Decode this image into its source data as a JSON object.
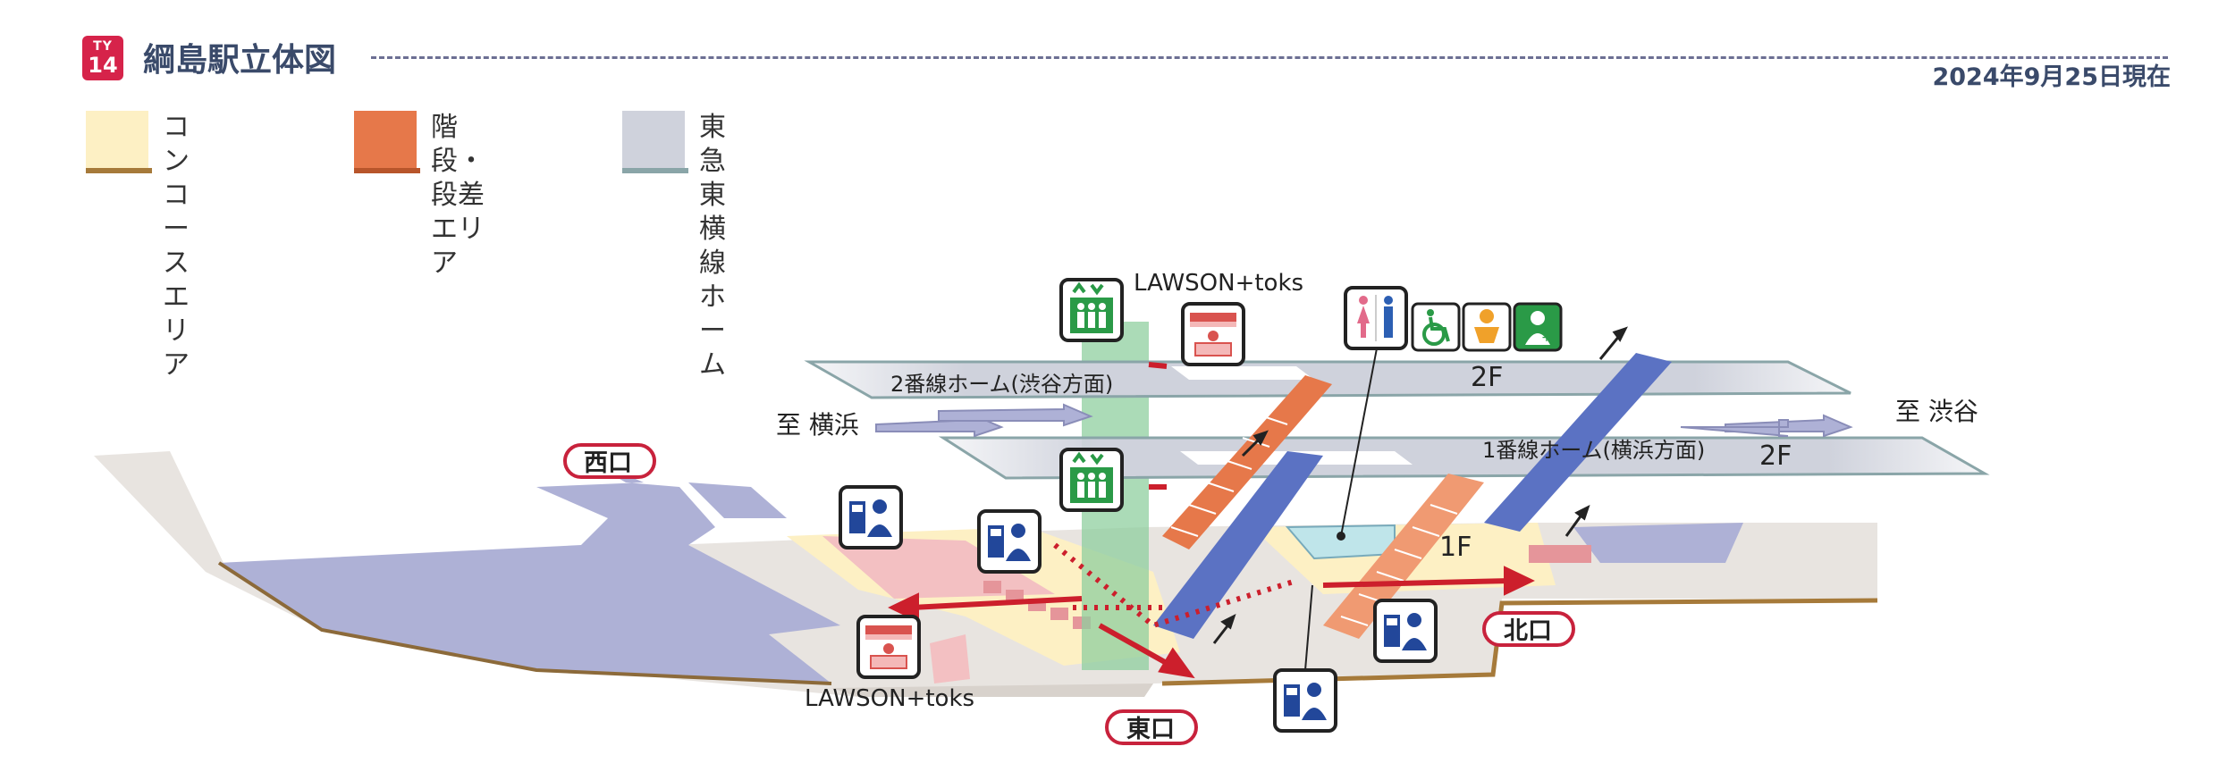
{
  "header": {
    "line_code": "TY",
    "station_number": "14",
    "title": "綱島駅立体図",
    "as_of": "2024年9月25日現在"
  },
  "legend": [
    {
      "label": "コンコース\nエリア",
      "color": "#fdf0c4",
      "edge": "#a67a3a"
    },
    {
      "label": "階段・段差\nエリア",
      "color": "#e6784a",
      "edge": "#b8552b"
    },
    {
      "label": "東急東横線\nホーム",
      "color": "#cfd2dc",
      "edge": "#8aa5a8"
    }
  ],
  "map": {
    "platforms": [
      {
        "label": "2番線ホーム(渋谷方面)",
        "floor": "2F"
      },
      {
        "label": "1番線ホーム(横浜方面)",
        "floor": "2F"
      }
    ],
    "concourse_floor": "1F",
    "direction_left": "至 横浜",
    "direction_right": "至 渋谷",
    "exits": {
      "west": "西口",
      "east": "東口",
      "north": "北口"
    },
    "shops": {
      "upper": "LAWSON+toks",
      "lower": "LAWSON+toks"
    },
    "icons": {
      "elevator": "elevator-icon",
      "restroom": "restroom-icon",
      "wheelchair": "wheelchair-icon",
      "baby": "baby-changing-icon",
      "ostomate": "ostomate-icon",
      "ticket_machine": "ticket-machine-icon",
      "shop": "shop-icon"
    },
    "colors": {
      "exit_arrow": "#cc1f2c",
      "escalator": "#5b72c3",
      "elevator_shaft": "#8fcf9f",
      "floor_base": "#e8e4e0",
      "building_roof": "#aeb1d6"
    }
  }
}
